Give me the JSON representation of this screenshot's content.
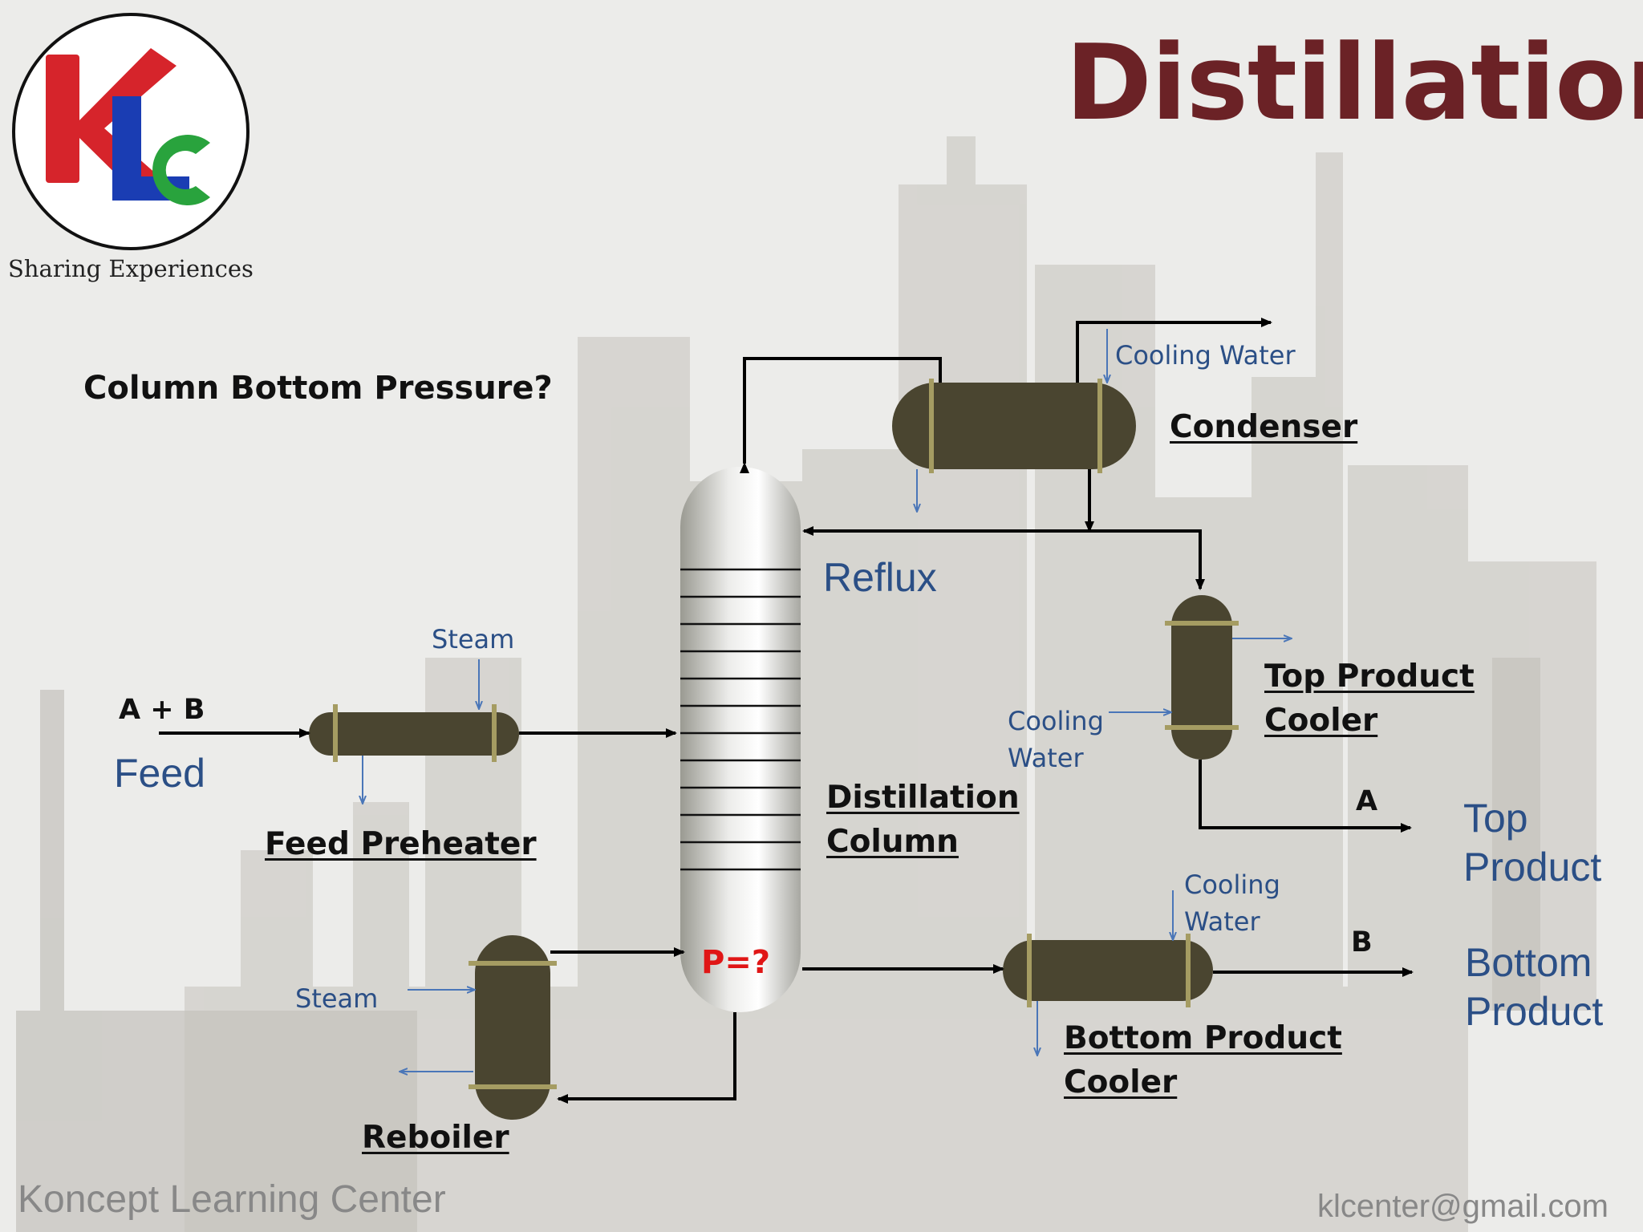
{
  "header": {
    "title": "Distillation",
    "logo_text": "KLC",
    "tagline": "Sharing Experiences"
  },
  "question": "Column Bottom Pressure?",
  "equipment": {
    "condenser": "Condenser",
    "top_product_cooler": [
      "Top Product",
      "Cooler"
    ],
    "distillation_column": [
      "Distillation",
      "Column"
    ],
    "feed_preheater": "Feed Preheater",
    "bottom_product_cooler": [
      "Bottom Product",
      "Cooler"
    ],
    "reboiler": "Reboiler"
  },
  "streams": {
    "feed_components": "A + B",
    "feed": "Feed",
    "steam_preheater": "Steam",
    "steam_reboiler": "Steam",
    "cooling_water_condenser": "Cooling Water",
    "cooling_water_top_cooler": [
      "Cooling",
      "Water"
    ],
    "cooling_water_bottom_cooler": [
      "Cooling",
      "Water"
    ],
    "reflux": "Reflux",
    "top_component": "A",
    "top_product": [
      "Top",
      "Product"
    ],
    "bottom_component": "B",
    "bottom_product": [
      "Bottom",
      "Product"
    ]
  },
  "column_bottom_pressure": "P=?",
  "footer": {
    "organization": "Koncept Learning Center",
    "email": "klcenter@gmail.com"
  }
}
